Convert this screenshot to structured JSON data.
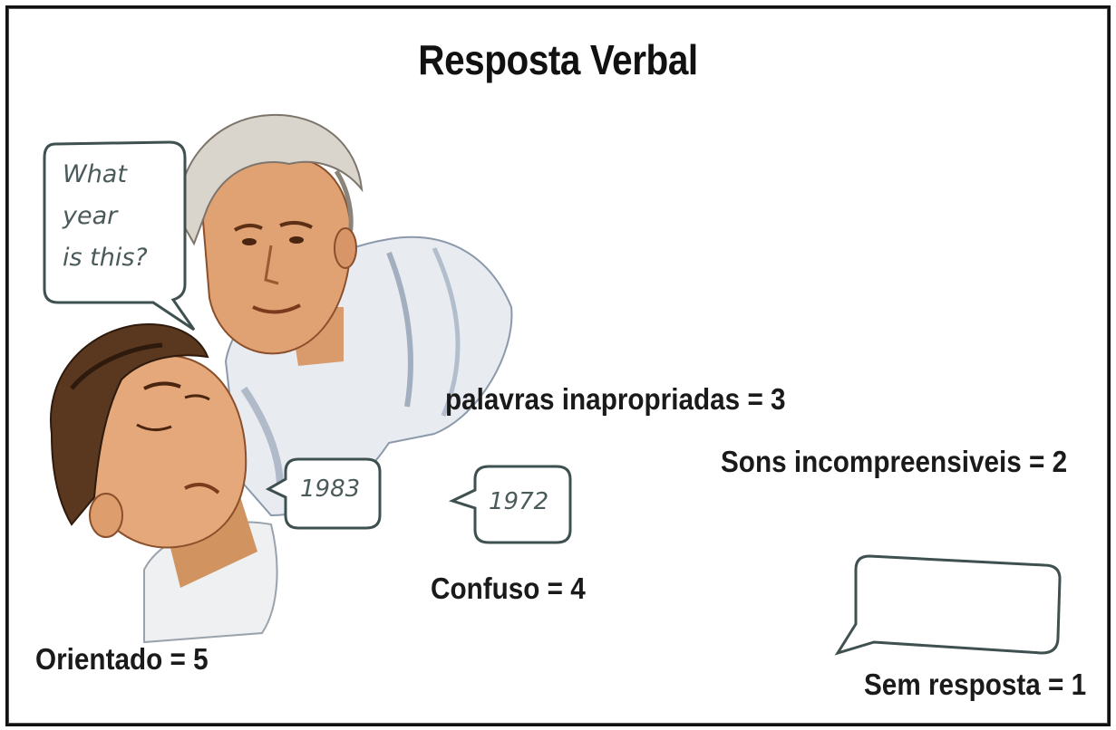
{
  "slide": {
    "title": "Resposta Verbal",
    "question": {
      "line1": "What",
      "line2": "year",
      "line3": "is this?"
    },
    "answer_oriented": "1983",
    "answer_confused": "1972",
    "levels": {
      "oriented": "Orientado = 5",
      "confused": "Confuso = 4",
      "inappropriate_words": "palavras inapropriadas = 3",
      "incomprehensible_sounds": "Sons incompreensiveis = 2",
      "no_response": "Sem resposta = 1"
    }
  }
}
